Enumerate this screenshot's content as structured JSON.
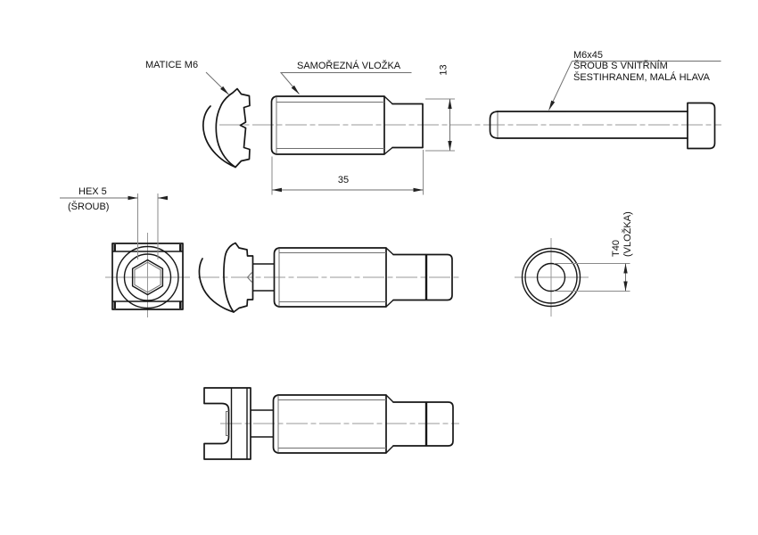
{
  "colors": {
    "line": "#161616",
    "centerline": "#999999",
    "dimension": "#8a8a8a",
    "dimline": "#6e6e6e",
    "arrow": "#222222",
    "text": "#111111",
    "bg": "#ffffff"
  },
  "labels": {
    "matice": "MATICE M6",
    "vlozka": "SAMOŘEZNÁ VLOŽKA",
    "sroub_lines": [
      "M6x45",
      "ŠROUB S VNITŘNÍM",
      "ŠESTIHRANEM, MALÁ HLAVA"
    ],
    "hex_lines": [
      "HEX 5",
      "(ŠROUB)"
    ],
    "torx_lines": [
      "T40",
      "(VLOŽKA)"
    ]
  },
  "dimensions": {
    "insert_length": "35",
    "insert_diameter": "13"
  }
}
